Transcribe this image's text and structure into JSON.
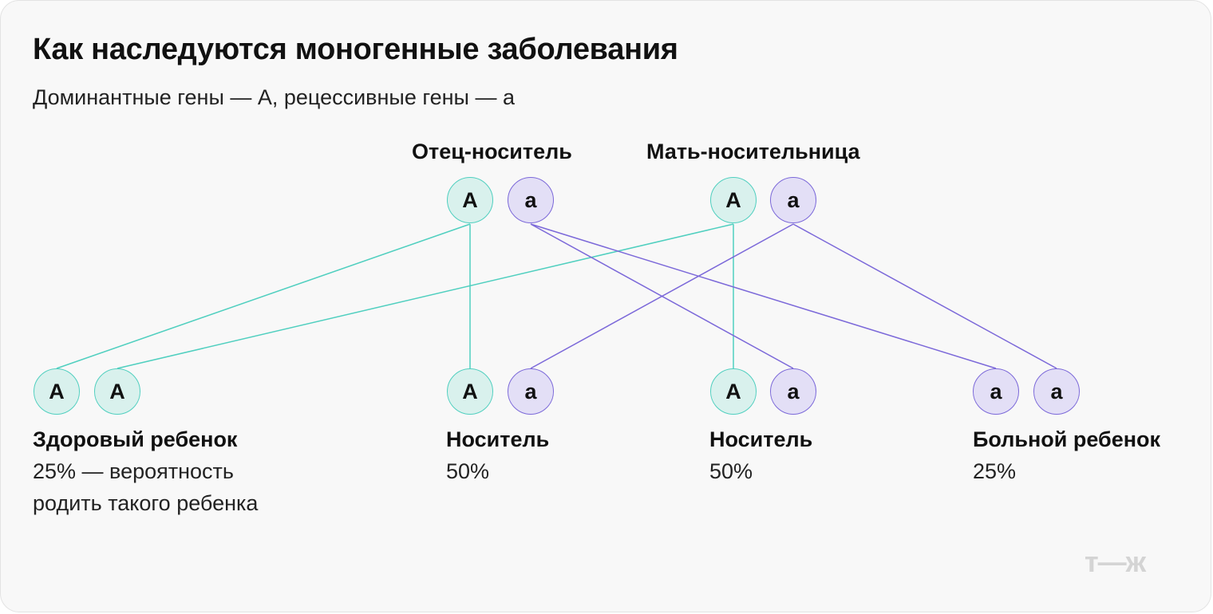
{
  "title": "Как наследуются моногенные заболевания",
  "subtitle": "Доминантные гены — А, рецессивные гены — а",
  "colors": {
    "dominant_fill": "#d9f1ed",
    "dominant_stroke": "#4fcfbf",
    "recessive_fill": "#e3dff6",
    "recessive_stroke": "#7b68d9"
  },
  "parents": {
    "father": {
      "label": "Отец-носитель",
      "genes": [
        "А",
        "а"
      ]
    },
    "mother": {
      "label": "Мать-носительница",
      "genes": [
        "А",
        "а"
      ]
    }
  },
  "children": [
    {
      "genes": [
        "А",
        "А"
      ],
      "name": "Здоровый ребенок",
      "desc_line1": "25% — вероятность",
      "desc_line2": "родить такого ребенка"
    },
    {
      "genes": [
        "А",
        "а"
      ],
      "name": "Носитель",
      "desc_line1": "50%"
    },
    {
      "genes": [
        "А",
        "а"
      ],
      "name": "Носитель",
      "desc_line1": "50%"
    },
    {
      "genes": [
        "а",
        "а"
      ],
      "name": "Больной ребенок",
      "desc_line1": "25%"
    }
  ],
  "logo": "т—ж"
}
